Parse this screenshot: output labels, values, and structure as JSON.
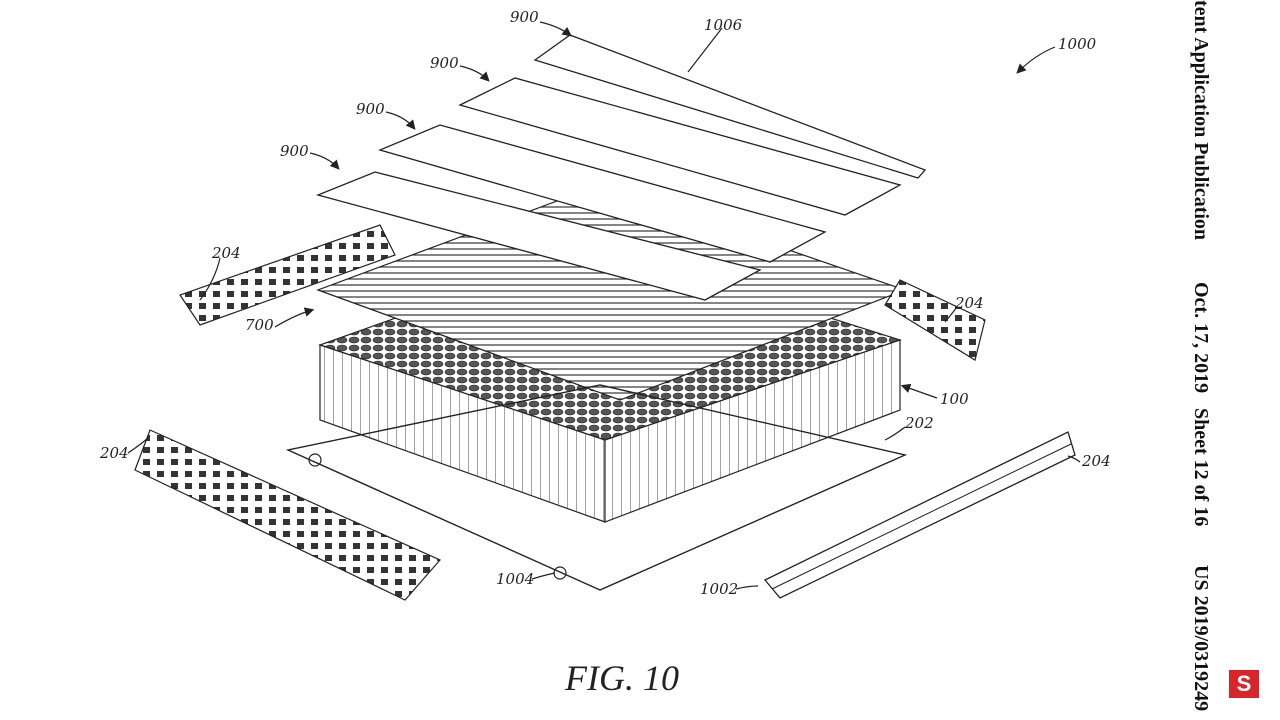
{
  "labels": {
    "l1000": "1000",
    "l1006": "1006",
    "l900": "900",
    "l204": "204",
    "l700": "700",
    "l100": "100",
    "l202": "202",
    "l1004": "1004",
    "l1002": "1002"
  },
  "figure_caption": "FIG. 10",
  "sidebar": {
    "publication": "tent Application Publication",
    "date": "Oct. 17, 2019",
    "sheet": "Sheet 12 of 16",
    "number": "US 2019/0319249"
  },
  "badge": "S"
}
